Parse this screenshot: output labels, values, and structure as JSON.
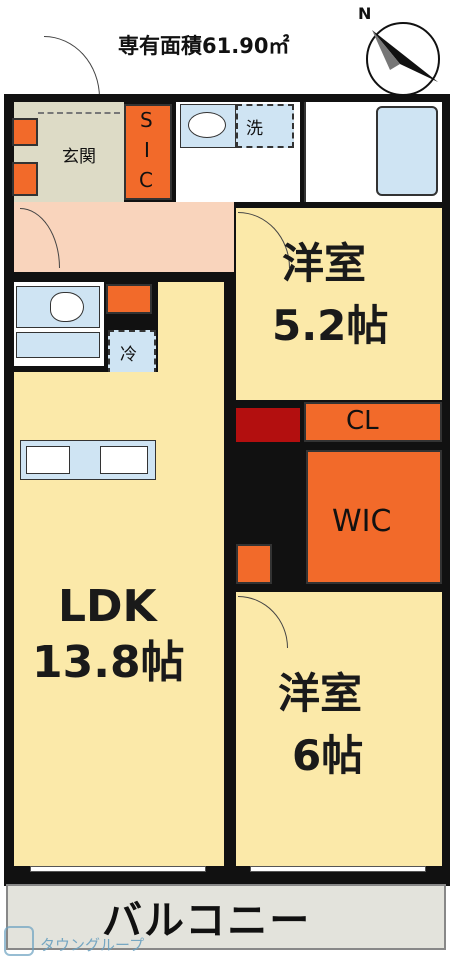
{
  "header": {
    "area_label": "専有面積61.90㎡",
    "north_label": "N"
  },
  "rooms": {
    "entrance": "玄関",
    "sic_letters": [
      "S",
      "I",
      "C"
    ],
    "laundry": "洗",
    "fridge": "冷",
    "western1_name": "洋室",
    "western1_size": "5.2帖",
    "closet": "CL",
    "wic": "WIC",
    "ldk_name": "LDK",
    "ldk_size": "13.8帖",
    "western2_name": "洋室",
    "western2_size": "6帖",
    "balcony": "バルコニー"
  },
  "footer": {
    "watermark": "タウングループ"
  },
  "colors": {
    "room_fill": "#fbe9a9",
    "hall_fill": "#f9d4bc",
    "orange": "#f26a2a",
    "dark_red": "#b30f0f",
    "wet_fill": "#cfe4f3",
    "entrance_fill": "#dddbc6",
    "balcony_fill": "#e3e3dc",
    "wall": "#111111"
  }
}
